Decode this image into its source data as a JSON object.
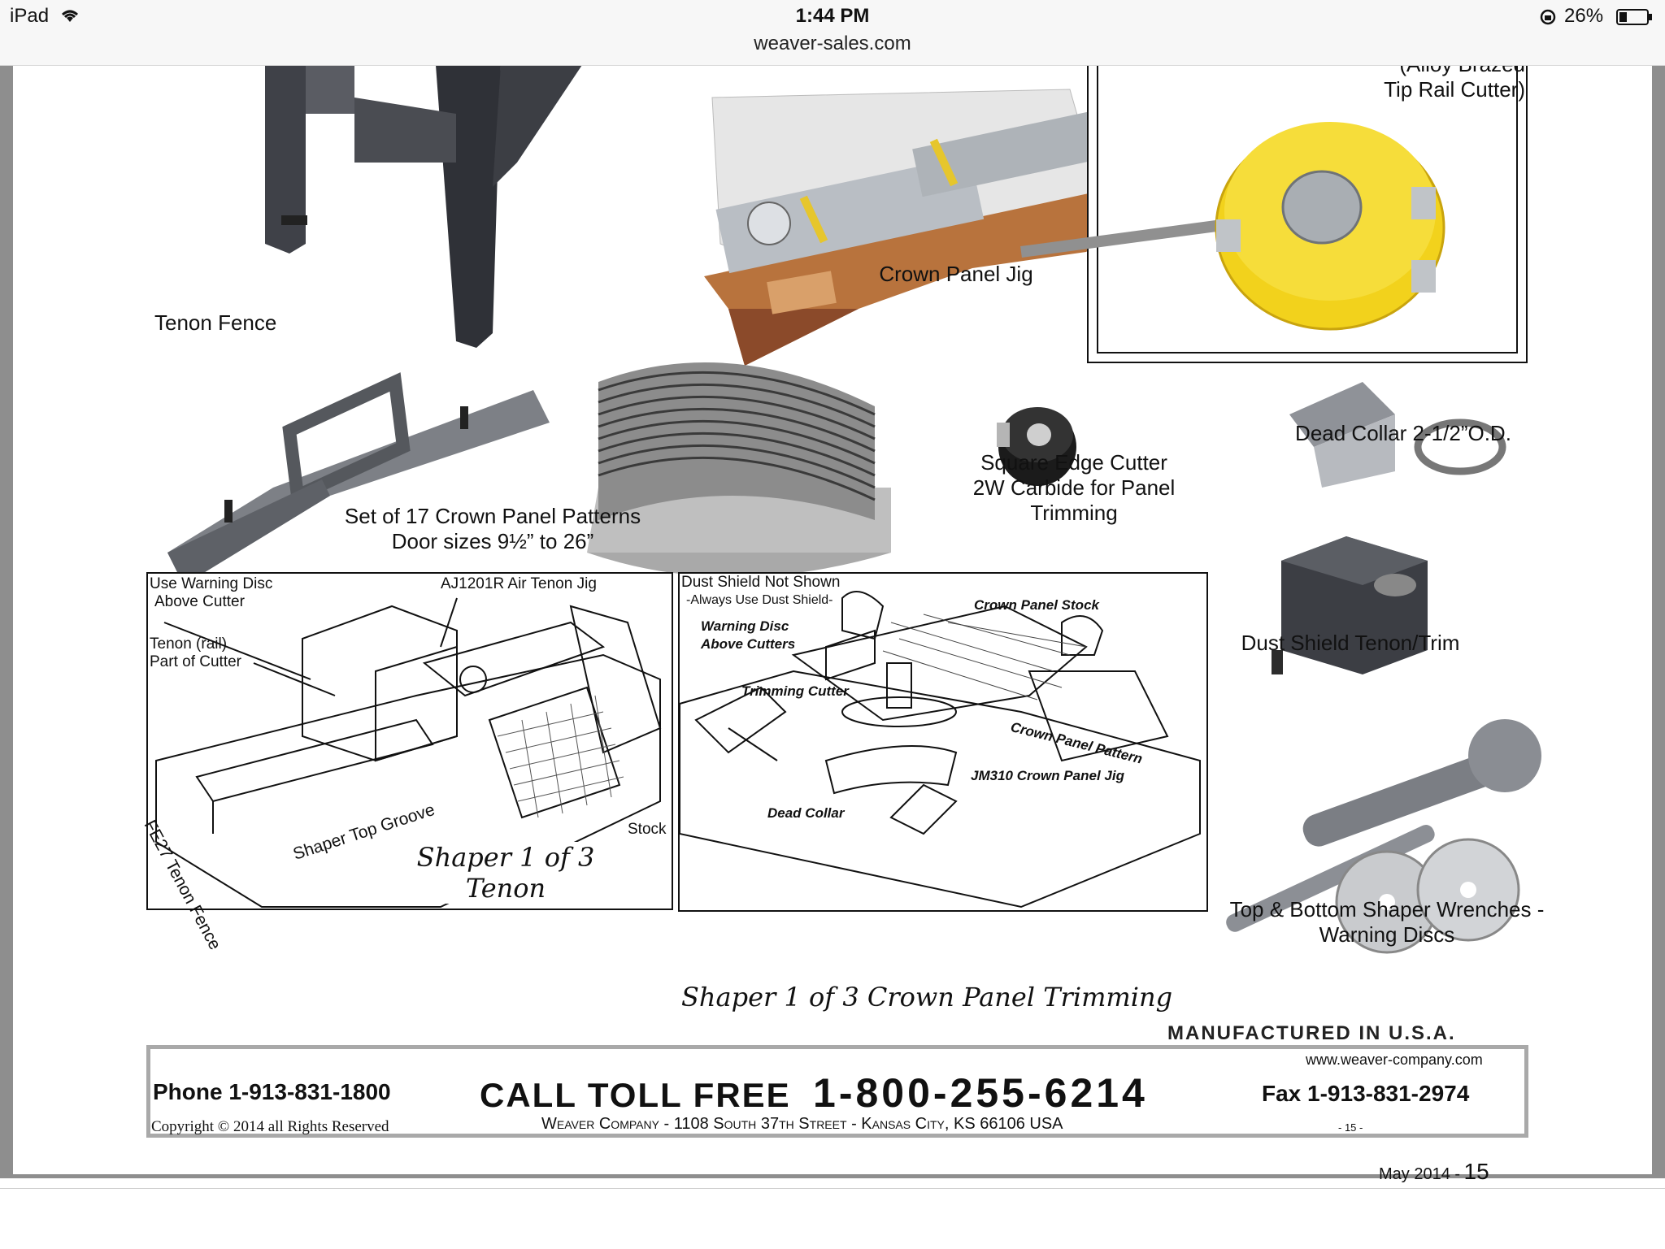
{
  "status_bar": {
    "device": "iPad",
    "time": "1:44 PM",
    "url": "weaver-sales.com",
    "battery_percent": "26%"
  },
  "catalog": {
    "rail_cutter_label_top": "(Alloy Brazed",
    "rail_cutter_label_bottom": "Tip Rail Cutter)",
    "crown_panel_jig": "Crown Panel Jig",
    "tenon_fence": "Tenon Fence",
    "patterns_line1": "Set of 17 Crown Panel Patterns",
    "patterns_line2": "Door sizes 9½” to 26”",
    "square_edge_line1": "Square Edge Cutter",
    "square_edge_line2": "2W Carbide for Panel",
    "square_edge_line3": "Trimming",
    "dead_collar": "Dead Collar 2-1/2”O.D.",
    "dust_shield": "Dust Shield Tenon/Trim",
    "wrenches_line1": "Top & Bottom Shaper Wrenches -",
    "wrenches_line2": "Warning Discs"
  },
  "diagram_tenon": {
    "use_warning_line1": "Use Warning Disc",
    "use_warning_line2": "Above Cutter",
    "jig_label": "AJ1201R Air Tenon Jig",
    "tenon_rail_line1": "Tenon (rail)",
    "tenon_rail_line2": "Part of Cutter",
    "fence_label": "FE27 Tenon Fence",
    "groove_label": "Shaper Top Groove",
    "stock_label": "Stock",
    "caption_line1": "Shaper 1 of 3",
    "caption_line2": "Tenon"
  },
  "diagram_crown": {
    "dust_line1": "Dust Shield Not Shown",
    "dust_line2": "-Always Use Dust Shield-",
    "warning_line1": "Warning Disc",
    "warning_line2": "Above Cutters",
    "stock_label": "Crown Panel Stock",
    "trimming_cutter": "Trimming Cutter",
    "pattern_label": "Crown Panel Pattern",
    "jig_label": "JM310 Crown Panel Jig",
    "dead_collar": "Dead Collar",
    "caption": "Shaper 1 of 3 Crown Panel Trimming"
  },
  "footer": {
    "manufactured": "MANUFACTURED IN U.S.A.",
    "website": "www.weaver-company.com",
    "phone": "Phone 1-913-831-1800",
    "toll_free_prefix": "CALL TOLL FREE",
    "toll_free_number": "1-800-255-6214",
    "fax": "Fax 1-913-831-2974",
    "copyright": "Copyright © 2014 all Rights Reserved",
    "address": "Weaver Company -  1108 South 37th Street - Kansas City, KS 66106  USA",
    "small_page": "- 15 -",
    "date": "May 2014 -",
    "page_number": "15"
  },
  "colors": {
    "cutter_yellow": "#f2d21c",
    "page_gray": "#8e8e8e",
    "wood": "#b8733d"
  }
}
